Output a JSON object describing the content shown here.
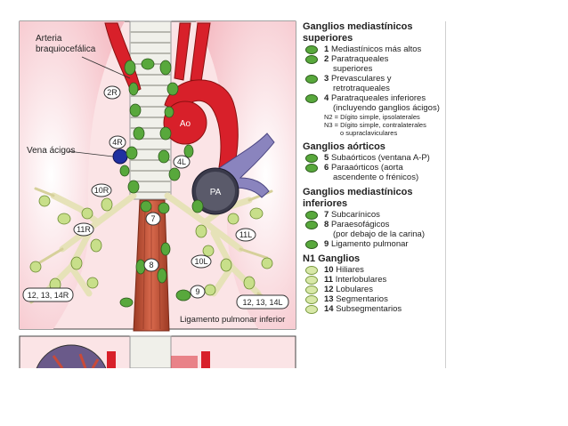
{
  "labels": {
    "arteria": "Arteria",
    "braquiocefalica": "braquiocefálica",
    "vena_acigos": "Vena ácigos",
    "ao": "Ao",
    "pa": "PA",
    "ligamento": "Ligamento pulmonar inferior"
  },
  "badges": {
    "b2r": "2R",
    "b4r": "4R",
    "b4l": "4L",
    "b10r": "10R",
    "b11r": "11R",
    "b7": "7",
    "b8": "8",
    "b9": "9",
    "b10l": "10L",
    "b11l": "11L",
    "b12r": "12, 13, 14R",
    "b12l": "12, 13, 14L"
  },
  "legend": {
    "superior_title_1": "Ganglios mediastínicos",
    "superior_title_2": "superiores",
    "i1_num": "1",
    "i1_text": "Mediastínicos más altos",
    "i2_num": "2",
    "i2_text": "Paratraqueales",
    "i2_cont": "superiores",
    "i3_num": "3",
    "i3_text": "Prevasculares y",
    "i3_cont": "retrotraqueales",
    "i4_num": "4",
    "i4_text": "Paratraqueales inferiores",
    "i4_cont": "(incluyendo ganglios ácigos)",
    "note1": "N2 = Dígito simple, ipsolaterales",
    "note2": "N3 = Dígito simple, contralaterales",
    "note3": "o supraclaviculares",
    "aortic_title": "Ganglios aórticos",
    "i5_num": "5",
    "i5_text": "Subaórticos (ventana A-P)",
    "i6_num": "6",
    "i6_text": "Paraaórticos (aorta",
    "i6_cont": "ascendente o frénicos)",
    "inferior_title_1": "Ganglios mediastínicos",
    "inferior_title_2": "inferiores",
    "i7_num": "7",
    "i7_text": "Subcarínicos",
    "i8_num": "8",
    "i8_text": "Paraesofágicos",
    "i8_cont": "(por debajo de la carina)",
    "i9_num": "9",
    "i9_text": "Ligamento pulmonar",
    "n1_title": "N1 Ganglios",
    "i10_num": "10",
    "i10_text": "Hiliares",
    "i11_num": "11",
    "i11_text": "Interlobulares",
    "i12_num": "12",
    "i12_text": "Lobulares",
    "i13_num": "13",
    "i13_text": "Segmentarios",
    "i14_num": "14",
    "i14_text": "Subsegmentarios"
  },
  "colors": {
    "node_dark": "#58a83c",
    "node_light": "#d8e8a8",
    "artery": "#d8202a",
    "vein": "#7a72b0",
    "esophagus": "#c0523a"
  }
}
